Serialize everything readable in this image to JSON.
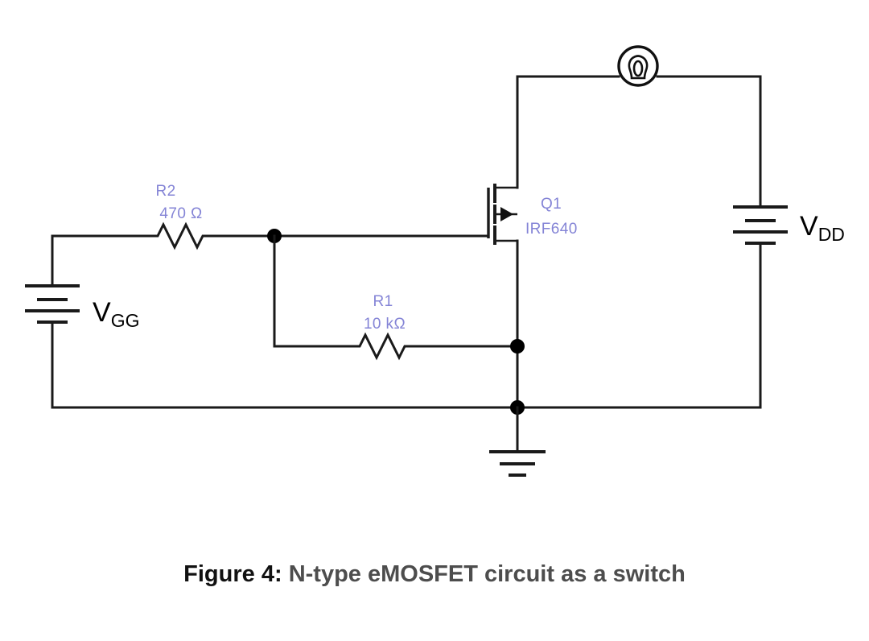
{
  "figure": {
    "caption_prefix": "Figure 4:",
    "caption_text": "N-type eMOSFET circuit as a switch"
  },
  "colors": {
    "wire": "#1a1a1a",
    "component_label": "#8484d6",
    "caption_number": "#111111",
    "caption_body": "#4d4d4d",
    "background": "#ffffff"
  },
  "components": {
    "r2": {
      "designator": "R2",
      "value": "470 Ω",
      "type": "resistor"
    },
    "r1": {
      "designator": "R1",
      "value": "10 kΩ",
      "type": "resistor"
    },
    "q1": {
      "designator": "Q1",
      "value": "IRF640",
      "type": "n-channel-enhancement-mosfet"
    },
    "vgg": {
      "label_main": "V",
      "label_sub": "GG",
      "type": "battery"
    },
    "vdd": {
      "label_main": "V",
      "label_sub": "DD",
      "type": "battery"
    },
    "lamp": {
      "type": "lamp",
      "glyph": "bulb-icon"
    },
    "ground": {
      "type": "earth-ground"
    }
  }
}
